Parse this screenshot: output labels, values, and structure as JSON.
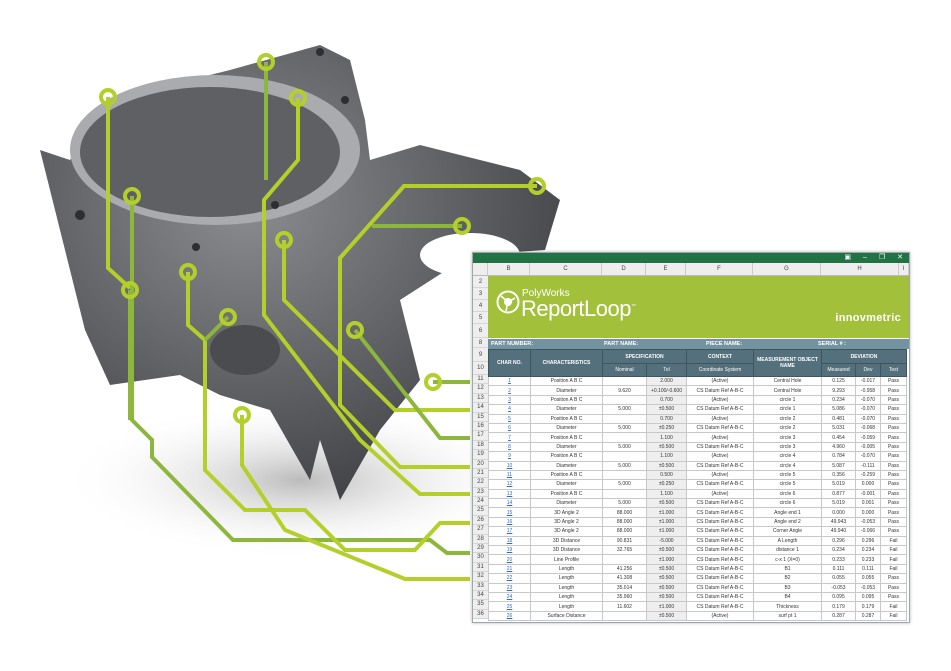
{
  "window": {
    "controls": [
      "▣",
      "–",
      "❐",
      "✕"
    ]
  },
  "columns": [
    "B",
    "C",
    "D",
    "E",
    "F",
    "G",
    "H",
    "I"
  ],
  "row_numbers_top": [
    "2",
    "3",
    "4",
    "5",
    "6",
    "8",
    "9",
    "10"
  ],
  "banner": {
    "product_line1": "PolyWorks",
    "product_line2": "ReportLoop",
    "trademark": "™",
    "brand": "innovmetric"
  },
  "info": {
    "part_number": "PART NUMBER:",
    "part_name": "PART NAME:",
    "piece_name": "PIECE NAME:",
    "serial": "SERIAL # :"
  },
  "headers": {
    "char_no": "CHAR NO.",
    "characteristics": "CHARACTERISTICS",
    "specification": "SPECIFICATION",
    "nominal": "Nominal",
    "tol": "Tol",
    "context": "CONTEXT",
    "coordinate_system": "Coordinate System",
    "measurement_object": "MEASUREMENT OBJECT NAME",
    "deviation": "DEVIATION",
    "measured": "Measured",
    "dev": "Dev",
    "test": "Test"
  },
  "colors": {
    "excel_green": "#217346",
    "banner_green": "#a2c03a",
    "header_slate": "#54707c",
    "info_slate": "#7393a0",
    "line_light": "#b5cf2a",
    "line_dark": "#2e7d3c"
  },
  "rows": [
    {
      "row": "11",
      "char": "1",
      "characteristic": "Position  A  B  C",
      "nominal": "",
      "tol": "2.000",
      "cs": "(Active)",
      "object": "Central Hole",
      "measured": "0.125",
      "dev": "-0.017",
      "test": "Pass"
    },
    {
      "row": "12",
      "char": "2",
      "characteristic": "Diameter",
      "nominal": "9.620",
      "tol": "+0.100/-0.600",
      "cs": "CS Datum Ref A-B-C",
      "object": "Central Hole",
      "measured": "9.293",
      "dev": "-0.958",
      "test": "Pass"
    },
    {
      "row": "13",
      "char": "3",
      "characteristic": "Position  A  B  C",
      "nominal": "",
      "tol": "0.700",
      "cs": "(Active)",
      "object": "circle 1",
      "measured": "0.234",
      "dev": "-0.070",
      "test": "Pass"
    },
    {
      "row": "14",
      "char": "4",
      "characteristic": "Diameter",
      "nominal": "5.000",
      "tol": "±0.500",
      "cs": "CS Datum Ref A-B-C",
      "object": "circle 1",
      "measured": "5.086",
      "dev": "-0.070",
      "test": "Pass"
    },
    {
      "row": "15",
      "char": "5",
      "characteristic": "Position  A  B  C",
      "nominal": "",
      "tol": "0.700",
      "cs": "(Active)",
      "object": "circle 2",
      "measured": "0.481",
      "dev": "-0.070",
      "test": "Pass"
    },
    {
      "row": "16",
      "char": "6",
      "characteristic": "Diameter",
      "nominal": "5.000",
      "tol": "±0.250",
      "cs": "CS Datum Ref A-B-C",
      "object": "circle 2",
      "measured": "5.031",
      "dev": "-0.068",
      "test": "Pass"
    },
    {
      "row": "17",
      "char": "7",
      "characteristic": "Position  A  B  C",
      "nominal": "",
      "tol": "1.100",
      "cs": "(Active)",
      "object": "circle 3",
      "measured": "0.454",
      "dev": "-0.059",
      "test": "Pass"
    },
    {
      "row": "18",
      "char": "8",
      "characteristic": "Diameter",
      "nominal": "5.000",
      "tol": "±0.500",
      "cs": "CS Datum Ref A-B-C",
      "object": "circle 3",
      "measured": "4.960",
      "dev": "-0.005",
      "test": "Pass"
    },
    {
      "row": "19",
      "char": "9",
      "characteristic": "Position  A  B  C",
      "nominal": "",
      "tol": "1.100",
      "cs": "(Active)",
      "object": "circle 4",
      "measured": "0.784",
      "dev": "-0.070",
      "test": "Pass"
    },
    {
      "row": "20",
      "char": "10",
      "characteristic": "Diameter",
      "nominal": "5.000",
      "tol": "±0.500",
      "cs": "CS Datum Ref A-B-C",
      "object": "circle 4",
      "measured": "5.087",
      "dev": "-0.111",
      "test": "Pass"
    },
    {
      "row": "21",
      "char": "11",
      "characteristic": "Position  A  B  C",
      "nominal": "",
      "tol": "0.500",
      "cs": "(Active)",
      "object": "circle 5",
      "measured": "0.356",
      "dev": "-0.259",
      "test": "Pass"
    },
    {
      "row": "22",
      "char": "12",
      "characteristic": "Diameter",
      "nominal": "5.000",
      "tol": "±0.250",
      "cs": "CS Datum Ref A-B-C",
      "object": "circle 5",
      "measured": "5.019",
      "dev": "0.000",
      "test": "Pass"
    },
    {
      "row": "23",
      "char": "13",
      "characteristic": "Position  A  B  C",
      "nominal": "",
      "tol": "1.100",
      "cs": "(Active)",
      "object": "circle 6",
      "measured": "0.877",
      "dev": "-0.001",
      "test": "Pass"
    },
    {
      "row": "24",
      "char": "14",
      "characteristic": "Diameter",
      "nominal": "5.000",
      "tol": "±0.500",
      "cs": "CS Datum Ref A-B-C",
      "object": "circle 6",
      "measured": "5.019",
      "dev": "0.001",
      "test": "Pass"
    },
    {
      "row": "25",
      "char": "15",
      "characteristic": "3D  Angle  2",
      "nominal": "88.000",
      "tol": "±1.000",
      "cs": "CS Datum Ref A-B-C",
      "object": "Angle end 1",
      "measured": "0.000",
      "dev": "0.000",
      "test": "Pass"
    },
    {
      "row": "26",
      "char": "16",
      "characteristic": "3D  Angle  2",
      "nominal": "88.000",
      "tol": "±1.000",
      "cs": "CS Datum Ref A-B-C",
      "object": "Angle end 2",
      "measured": "49.943",
      "dev": "-0.053",
      "test": "Pass"
    },
    {
      "row": "27",
      "char": "17",
      "characteristic": "3D  Angle  2",
      "nominal": "88.000",
      "tol": "±1.000",
      "cs": "CS Datum Ref A-B-C",
      "object": "Corner Angle",
      "measured": "49.940",
      "dev": "-0.066",
      "test": "Pass"
    },
    {
      "row": "28",
      "char": "18",
      "characteristic": "3D  Distance",
      "nominal": "90.831",
      "tol": "-5.000",
      "cs": "CS Datum Ref A-B-C",
      "object": "A Length",
      "measured": "0.296",
      "dev": "0.296",
      "test": "Fail"
    },
    {
      "row": "29",
      "char": "19",
      "characteristic": "3D  Distance",
      "nominal": "32.765",
      "tol": "±0.500",
      "cs": "CS Datum Ref A-B-C",
      "object": "distance 1",
      "measured": "0.234",
      "dev": "0.234",
      "test": "Fail"
    },
    {
      "row": "30",
      "char": "20",
      "characteristic": "Line  Profile",
      "nominal": "",
      "tol": "±1.000",
      "cs": "CS Datum Ref A-B-C",
      "object": "c-x 1 (X=0)",
      "measured": "0.233",
      "dev": "0.233",
      "test": "Fail"
    },
    {
      "row": "31",
      "char": "21",
      "characteristic": "Length",
      "nominal": "41.256",
      "tol": "±0.500",
      "cs": "CS Datum Ref A-B-C",
      "object": "B1",
      "measured": "0.111",
      "dev": "0.111",
      "test": "Fail"
    },
    {
      "row": "32",
      "char": "22",
      "characteristic": "Length",
      "nominal": "41.308",
      "tol": "±0.500",
      "cs": "CS Datum Ref A-B-C",
      "object": "B2",
      "measured": "0.055",
      "dev": "0.055",
      "test": "Pass"
    },
    {
      "row": "33",
      "char": "23",
      "characteristic": "Length",
      "nominal": "35.014",
      "tol": "±0.500",
      "cs": "CS Datum Ref A-B-C",
      "object": "B3",
      "measured": "-0.053",
      "dev": "-0.053",
      "test": "Pass"
    },
    {
      "row": "34",
      "char": "24",
      "characteristic": "Length",
      "nominal": "35.960",
      "tol": "±0.500",
      "cs": "CS Datum Ref A-B-C",
      "object": "B4",
      "measured": "0.095",
      "dev": "0.095",
      "test": "Pass"
    },
    {
      "row": "35",
      "char": "25",
      "characteristic": "Length",
      "nominal": "11.602",
      "tol": "±1.000",
      "cs": "CS Datum Ref A-B-C",
      "object": "Thickness",
      "measured": "0.179",
      "dev": "0.179",
      "test": "Fail"
    },
    {
      "row": "36",
      "char": "26",
      "characteristic": "Surface  Distance",
      "nominal": "",
      "tol": "±0.500",
      "cs": "(Active)",
      "object": "surf pt 1",
      "measured": "0.287",
      "dev": "0.287",
      "test": "Fail"
    }
  ]
}
